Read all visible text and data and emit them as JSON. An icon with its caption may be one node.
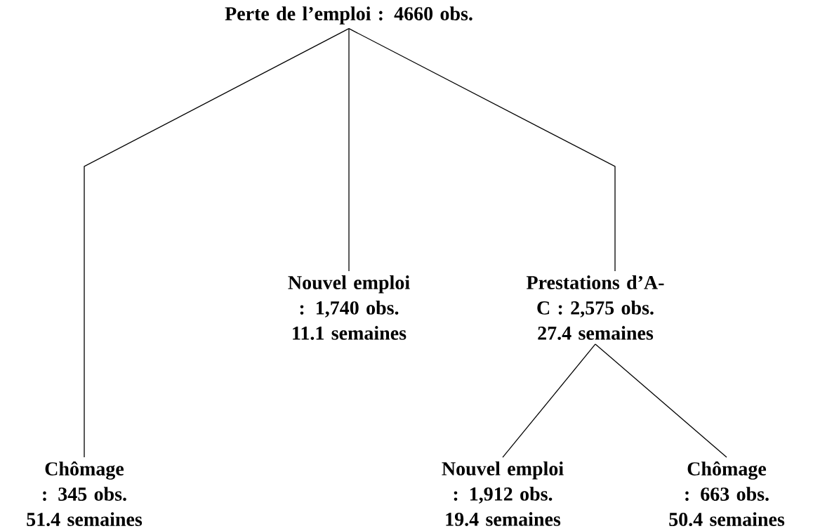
{
  "diagram": {
    "nodes": [
      {
        "text": [
          "Perte de l’emploi : 4660 obs."
        ]
      },
      {
        "text": [
          "Chômage : 345 obs. 51.4 semaines"
        ]
      },
      {
        "text": [
          "Nouvel emploi : 1,740 obs. 11.1 semaines"
        ]
      },
      {
        "text": [
          "Prestations d’A-C : 2,575 obs. 27.4 semaines"
        ]
      },
      {
        "text": [
          "Nouvel emploi : 1,912 obs. 19.4 semaines"
        ]
      },
      {
        "text": [
          "Chômage : 663 obs. 50.4 semaines"
        ]
      }
    ],
    "edges": [
      {
        "from": 0,
        "to": 1,
        "arrow": "none"
      },
      {
        "from": 0,
        "to": 2,
        "arrow": "none"
      },
      {
        "from": 0,
        "to": 3,
        "arrow": "none"
      },
      {
        "from": 3,
        "to": 4,
        "arrow": "none"
      },
      {
        "from": 3,
        "to": 5,
        "arrow": "none"
      }
    ]
  }
}
